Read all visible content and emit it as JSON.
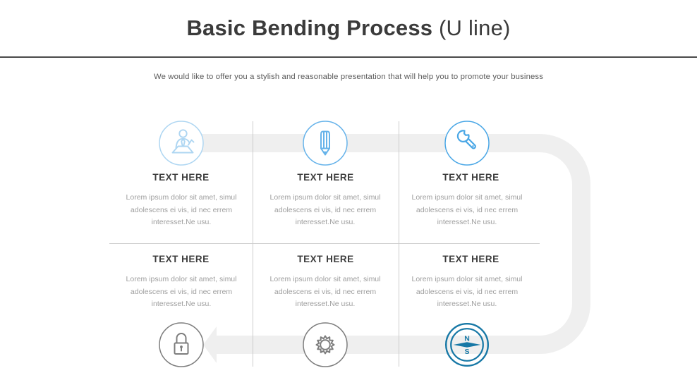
{
  "header": {
    "title_bold": "Basic Bending Process",
    "title_light": " (U line)",
    "subtitle": "We would like to offer you a stylish and reasonable presentation that will help you to promote your business"
  },
  "sections": [
    {
      "heading": "TEXT HERE",
      "body": "Lorem ipsum dolor sit amet, simul adolescens ei vis, id nec errem interesset.Ne usu.",
      "icon": "presenter-icon"
    },
    {
      "heading": "TEXT HERE",
      "body": "Lorem ipsum dolor sit amet, simul adolescens ei vis, id nec errem interesset.Ne usu.",
      "icon": "pencil-icon"
    },
    {
      "heading": "TEXT HERE",
      "body": "Lorem ipsum dolor sit amet, simul adolescens ei vis, id nec errem interesset.Ne usu.",
      "icon": "wrench-icon"
    },
    {
      "heading": "TEXT HERE",
      "body": "Lorem ipsum dolor sit amet, simul adolescens ei vis, id nec errem interesset.Ne usu.",
      "icon": "lock-icon"
    },
    {
      "heading": "TEXT HERE",
      "body": "Lorem ipsum dolor sit amet, simul adolescens ei vis, id nec errem interesset.Ne usu.",
      "icon": "gear-icon"
    },
    {
      "heading": "TEXT HERE",
      "body": "Lorem ipsum dolor sit amet, simul adolescens ei vis, id nec errem interesset.Ne usu.",
      "icon": "compass-icon"
    }
  ],
  "compass": {
    "north_label": "N",
    "south_label": "S"
  },
  "colors": {
    "title": "#3b3b3b",
    "rule": "#4a4a4a",
    "subtitle": "#595959",
    "heading": "#3d3d3d",
    "body_text": "#9e9e9e",
    "band": "#efefef",
    "divider": "#cccccc",
    "accent_light_blue": "#aed6f2",
    "accent_blue": "#66b3ea",
    "accent_blue_strong": "#4aa7e6",
    "gray_icon": "#7d7d7d",
    "teal": "#1778a6"
  }
}
